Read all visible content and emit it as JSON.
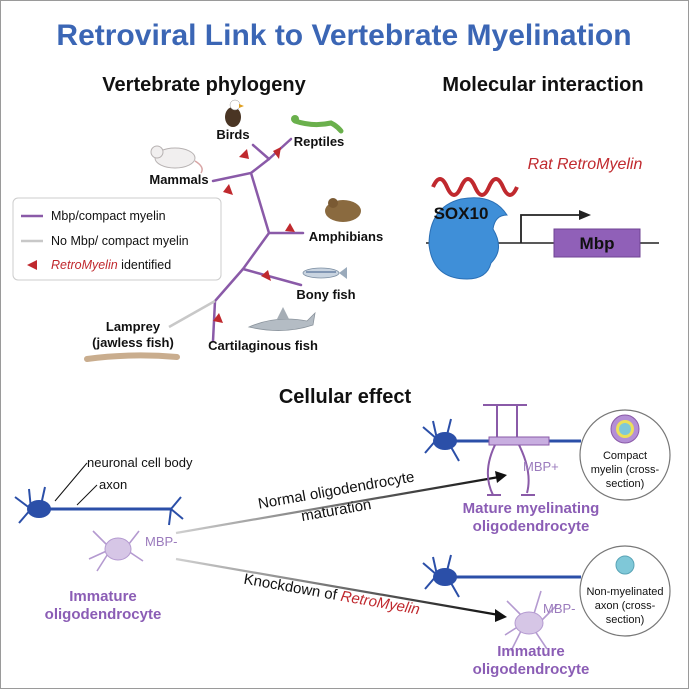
{
  "title": "Retroviral Link to Vertebrate Myelination",
  "phylogeny": {
    "heading": "Vertebrate phylogeny",
    "taxa": {
      "birds": "Birds",
      "reptiles": "Reptiles",
      "mammals": "Mammals",
      "amphibians": "Amphibians",
      "bony_fish": "Bony fish",
      "lamprey_line1": "Lamprey",
      "lamprey_line2": "(jawless fish)",
      "cartilaginous_fish": "Cartilaginous fish"
    },
    "legend": {
      "mbp": "Mbp/compact myelin",
      "no_mbp": "No Mbp/ compact myelin",
      "retromyelin_italic": "RetroMyelin",
      "retromyelin_rest": " identified"
    },
    "colors": {
      "branch": "#8a5aa8",
      "no_branch": "#c8c8c8",
      "marker": "#c0292e"
    }
  },
  "molecular": {
    "heading": "Molecular interaction",
    "retromyelin_label": "Rat RetroMyelin",
    "sox10": "SOX10",
    "gene": "Mbp",
    "colors": {
      "sox10": "#3f8fd8",
      "gene_box": "#9060b8",
      "wave": "#c0292e"
    }
  },
  "cellular": {
    "heading": "Cellular effect",
    "cell_body_label": "neuronal cell body",
    "axon_label": "axon",
    "mbp_minus": "MBP-",
    "mbp_plus": "MBP+",
    "immature_left_line1": "Immature",
    "immature_left_line2": "oligodendrocyte",
    "normal_line1": "Normal oligodendrocyte",
    "normal_line2": "maturation",
    "knockdown_prefix": "Knockdown of ",
    "knockdown_italic": "RetroMyelin",
    "mature_line1": "Mature myelinating",
    "mature_line2": "oligodendrocyte",
    "immature_right_line1": "Immature",
    "immature_right_line2": "oligodendrocyte",
    "compact_line1": "Compact",
    "compact_line2": "myelin (cross-",
    "compact_line3": "section)",
    "nonmyel_line1": "Non-myelinated",
    "nonmyel_line2": "axon (cross-",
    "nonmyel_line3": "section)",
    "colors": {
      "neuron": "#2b4fa8",
      "oligo": "#b49ad0",
      "mature": "#8a5aa8"
    }
  }
}
